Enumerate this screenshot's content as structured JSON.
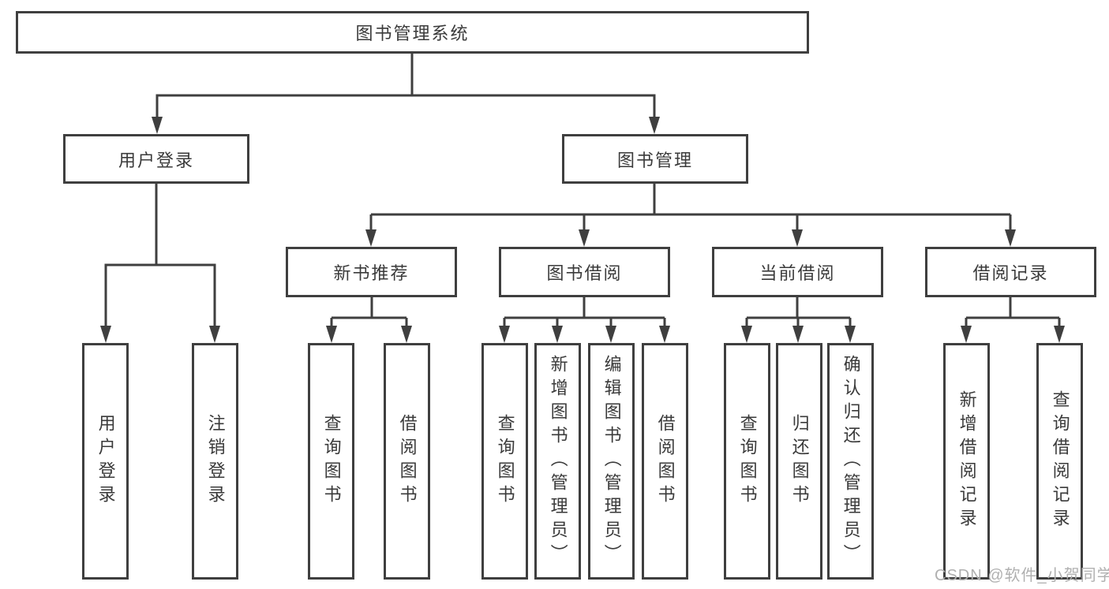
{
  "tree": {
    "label": "图书管理系统",
    "children": [
      {
        "label": "用户登录",
        "children": [
          {
            "label": "用户登录"
          },
          {
            "label": "注销登录"
          }
        ]
      },
      {
        "label": "图书管理",
        "children": [
          {
            "label": "新书推荐",
            "children": [
              {
                "label": "查询图书"
              },
              {
                "label": "借阅图书"
              }
            ]
          },
          {
            "label": "图书借阅",
            "children": [
              {
                "label": "查询图书"
              },
              {
                "label": "新增图书（管理员）"
              },
              {
                "label": "编辑图书（管理员）"
              },
              {
                "label": "借阅图书"
              }
            ]
          },
          {
            "label": "当前借阅",
            "children": [
              {
                "label": "查询图书"
              },
              {
                "label": "归还图书"
              },
              {
                "label": "确认归还（管理员）"
              }
            ]
          },
          {
            "label": "借阅记录",
            "children": [
              {
                "label": "新增借阅记录"
              },
              {
                "label": "查询借阅记录"
              }
            ]
          }
        ]
      }
    ]
  },
  "watermark": {
    "text": "CSDN @软件_小贺同学"
  },
  "colors": {
    "line": "#3f3f3f",
    "text": "#3a3a3a",
    "box_background": "#ffffff",
    "watermark": "#b0b0b0",
    "background": "#ffffff"
  }
}
